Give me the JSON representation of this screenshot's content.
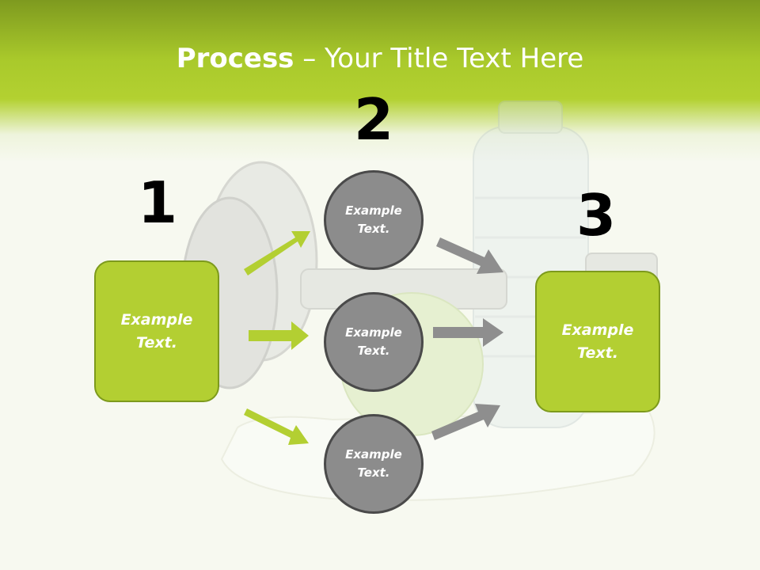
{
  "title": {
    "bold": "Process",
    "rest": " – Your Title Text Here"
  },
  "steps": {
    "one": "1",
    "two": "2",
    "three": "3"
  },
  "left_box": {
    "line1": "Example",
    "line2": "Text."
  },
  "right_box": {
    "line1": "Example",
    "line2": "Text."
  },
  "circles": [
    {
      "line1": "Example",
      "line2": "Text."
    },
    {
      "line1": "Example",
      "line2": "Text."
    },
    {
      "line1": "Example",
      "line2": "Text."
    }
  ],
  "colors": {
    "header_green": "#a9c92b",
    "box_green": "#b3cf32",
    "box_border": "#7d9a1c",
    "circle_gray": "#8c8c8c",
    "arrow_green": "#b3cf32",
    "arrow_gray": "#8e8e8e"
  },
  "icons": [
    "dumbbell-image",
    "water-bottle-image",
    "apple-image",
    "towel-image"
  ]
}
